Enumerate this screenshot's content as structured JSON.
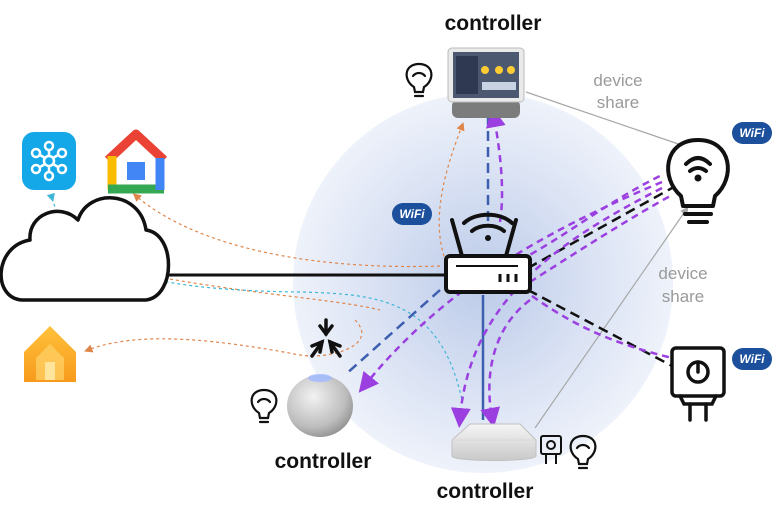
{
  "labels": {
    "controller_top": "controller",
    "controller_left": "controller",
    "controller_bottom": "controller",
    "device_share_top_line1": "device",
    "device_share_top_line2": "share",
    "device_share_mid_line1": "device",
    "device_share_mid_line2": "share",
    "wifi_badge": "WiFi"
  },
  "colors": {
    "purple_dashed": "#9b3fe0",
    "blue_dashed": "#3d5fb0",
    "orange_dotted": "#e0854a",
    "cyan_dotted": "#3fb6d6",
    "share_line": "#a8a8a8",
    "wifi_badge": "#1c4f9c",
    "halo": "#c9d4ee"
  },
  "icons": [
    "smartthings-icon",
    "google-home-icon",
    "apple-home-icon",
    "cloud-icon",
    "router-icon",
    "matter-icon",
    "homepod-icon",
    "nest-hub-icon",
    "hub-box-icon",
    "bulb-icon",
    "smart-plug-icon",
    "wifi-badge-icon"
  ]
}
